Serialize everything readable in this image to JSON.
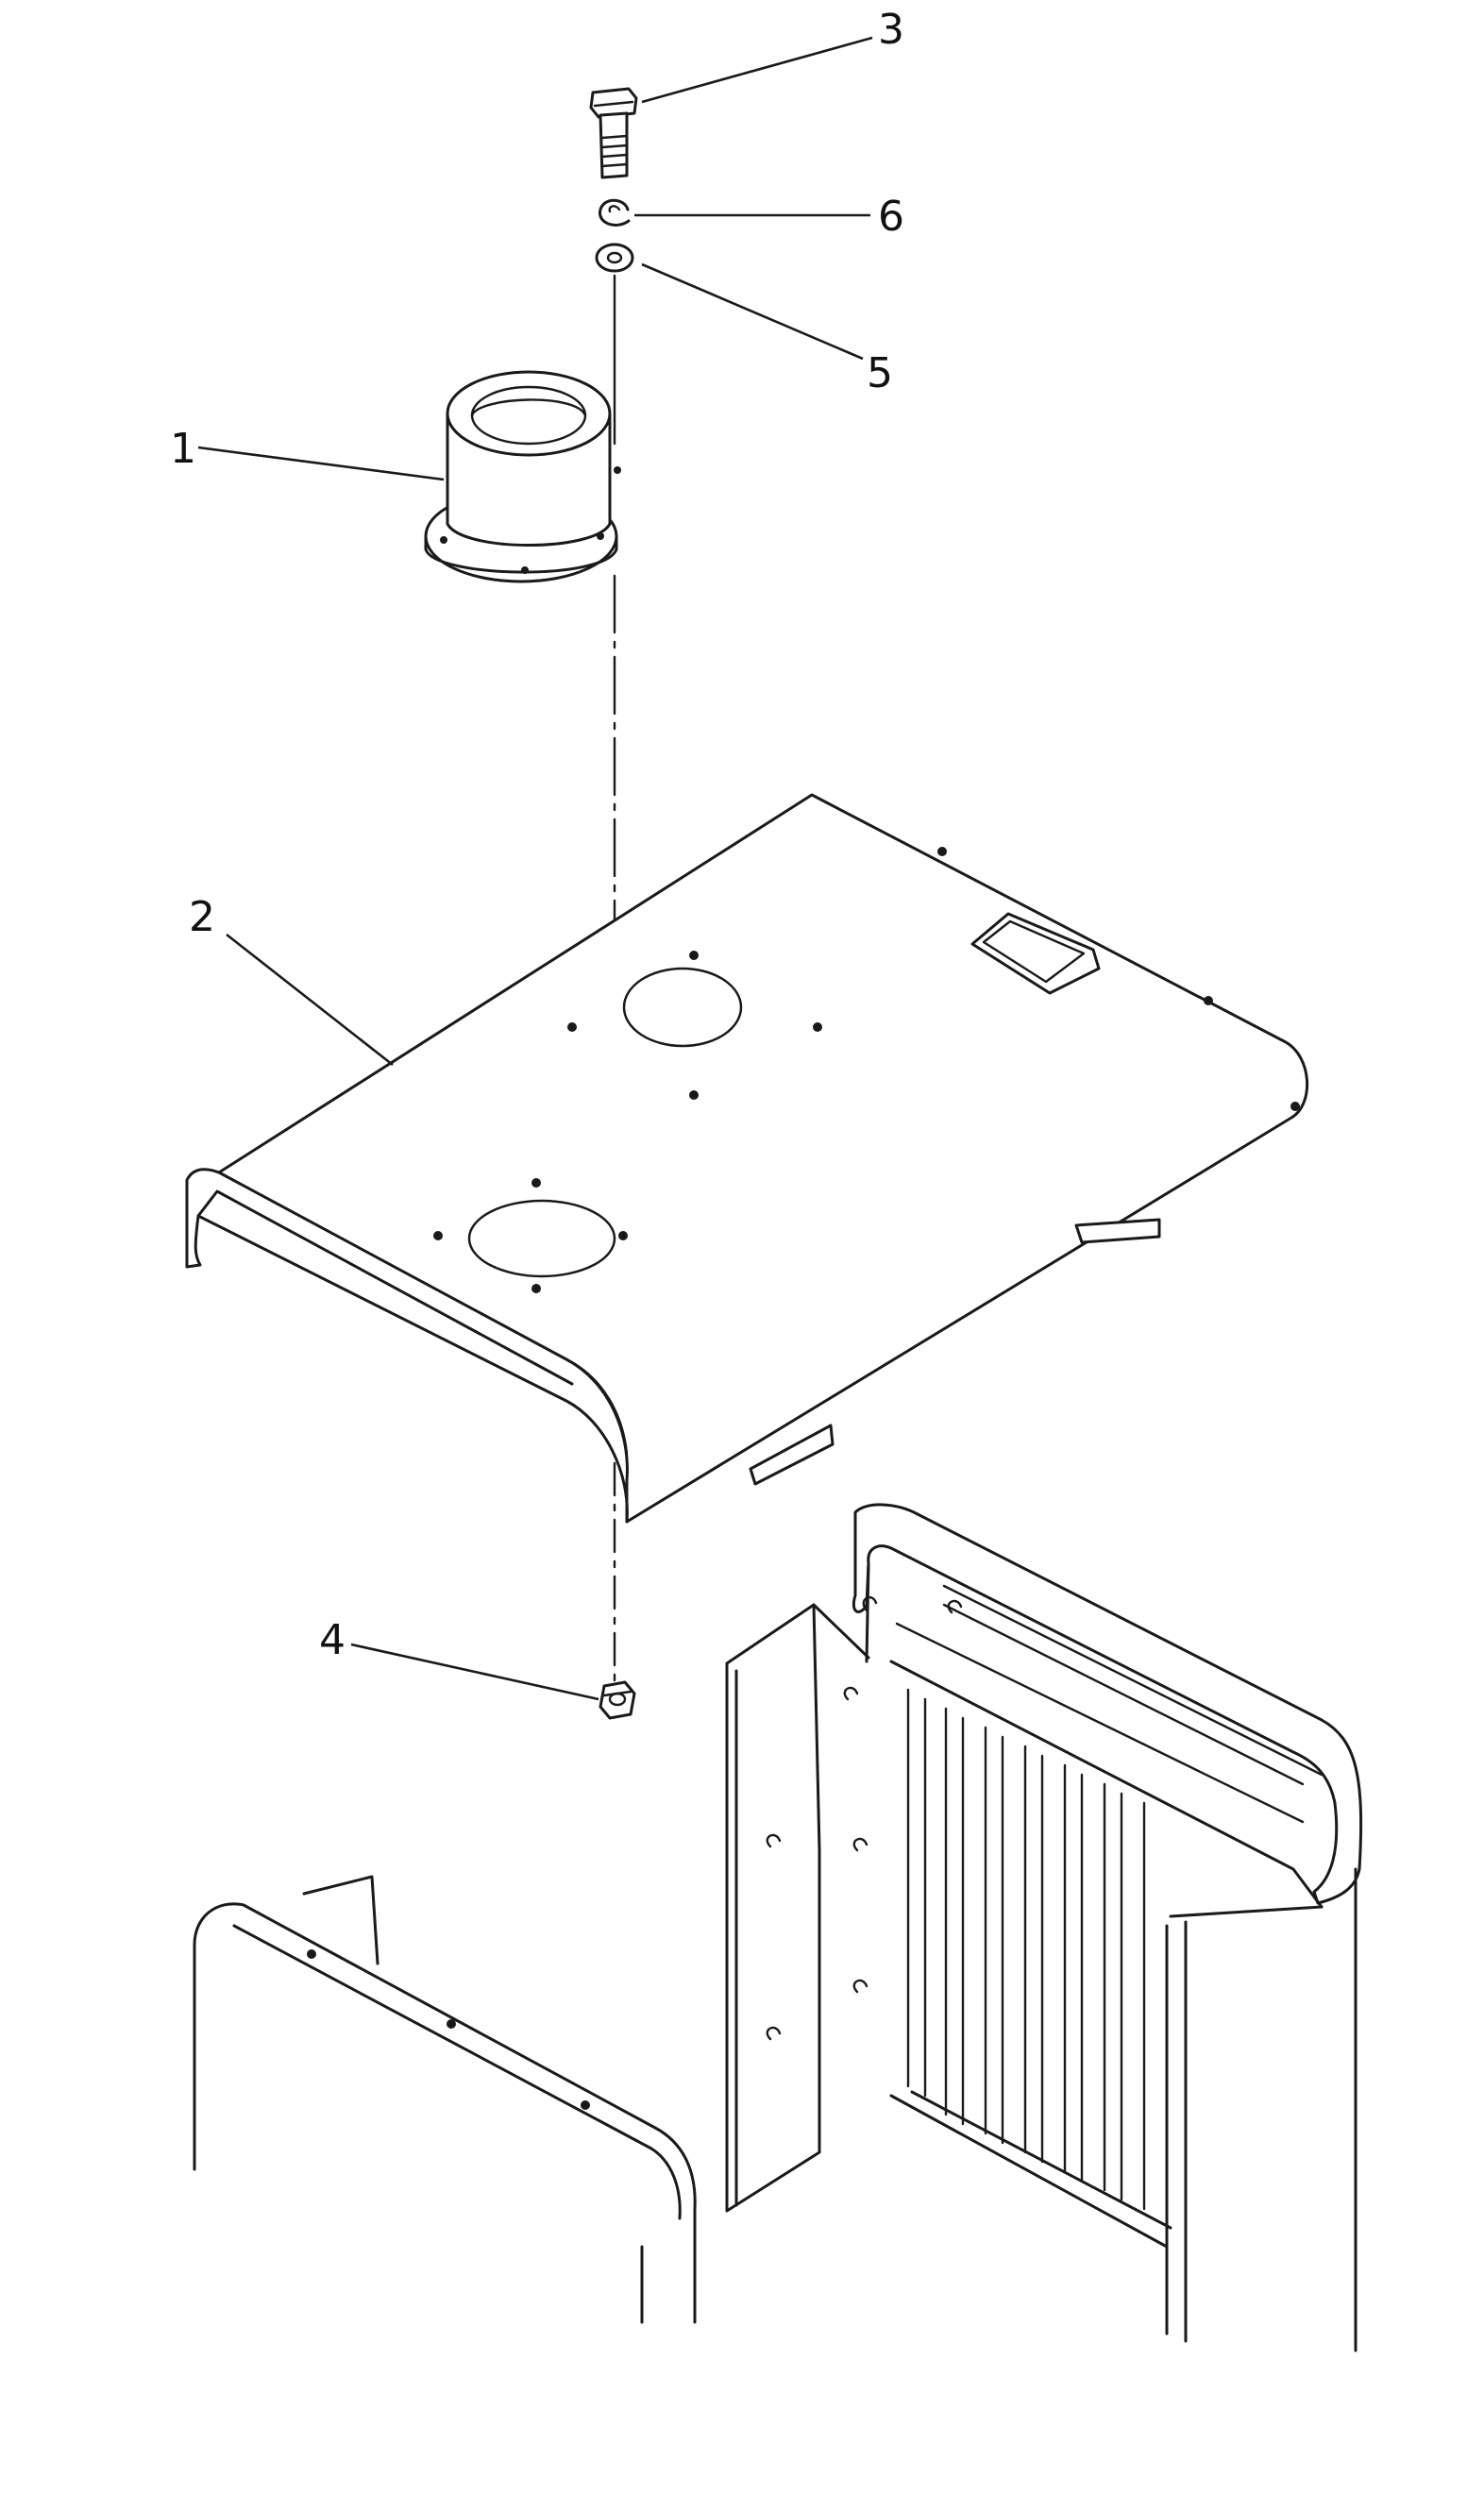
{
  "callouts": [
    {
      "id": "1",
      "text": "1",
      "part": "flanged-sleeve"
    },
    {
      "id": "2",
      "text": "2",
      "part": "top-cover"
    },
    {
      "id": "3",
      "text": "3",
      "part": "bolt"
    },
    {
      "id": "4",
      "text": "4",
      "part": "nut"
    },
    {
      "id": "5",
      "text": "5",
      "part": "flat-washer"
    },
    {
      "id": "6",
      "text": "6",
      "part": "lock-washer"
    }
  ]
}
